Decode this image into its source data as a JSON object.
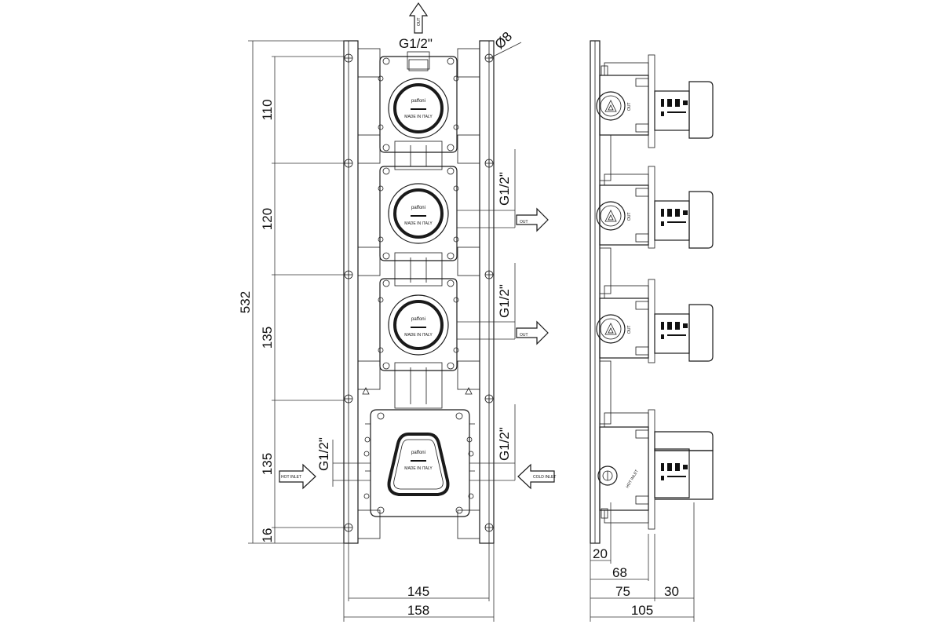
{
  "dimensions": {
    "total_height": "532",
    "spacing_1": "110",
    "spacing_2": "120",
    "spacing_3": "135",
    "spacing_4": "135",
    "bottom_offset": "16",
    "inner_width": "145",
    "outer_width": "158",
    "hole_diameter": "Ø8",
    "side_20": "20",
    "side_68": "68",
    "side_75": "75",
    "side_30": "30",
    "side_105": "105"
  },
  "threads": {
    "top": "G1/2\"",
    "right_1": "G1/2\"",
    "right_2": "G1/2\"",
    "right_3": "G1/2\"",
    "left": "G1/2\""
  },
  "arrows": {
    "top_out": "OUT",
    "right_out_1": "OUT",
    "right_out_2": "OUT",
    "hot_inlet": "HOT INLET",
    "cold_inlet": "COLD INLET"
  },
  "module_text": {
    "brand": "paffoni",
    "made_in": "MADE IN ITALY"
  },
  "side_labels": {
    "out": "OUT",
    "hot_inlet": "HOT INLET"
  }
}
